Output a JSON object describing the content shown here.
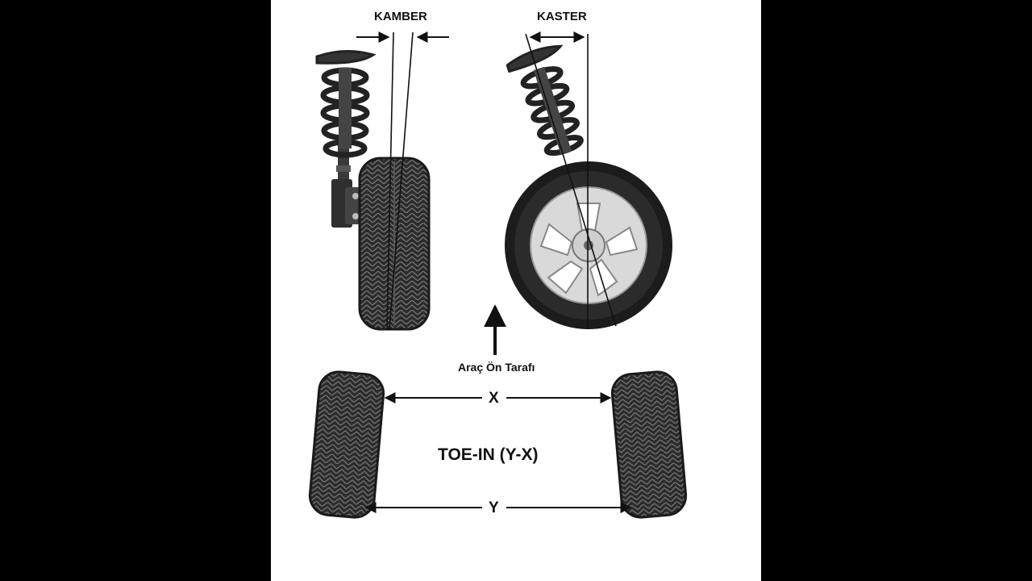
{
  "labels": {
    "camber": "KAMBER",
    "caster": "KASTER",
    "front": "Araç Ön Tarafı",
    "x": "X",
    "y": "Y",
    "toe_in": "TOE-IN (Y-X)"
  },
  "colors": {
    "background": "#000000",
    "panel": "#ffffff",
    "tire": "#2b2b2b",
    "tread": "#6f6f6f",
    "rim": "#d9d9d9",
    "line": "#111111"
  },
  "icons": [
    "coil-spring-icon",
    "shock-absorber-icon",
    "tire-icon",
    "alloy-wheel-icon",
    "arrow-up-icon"
  ]
}
